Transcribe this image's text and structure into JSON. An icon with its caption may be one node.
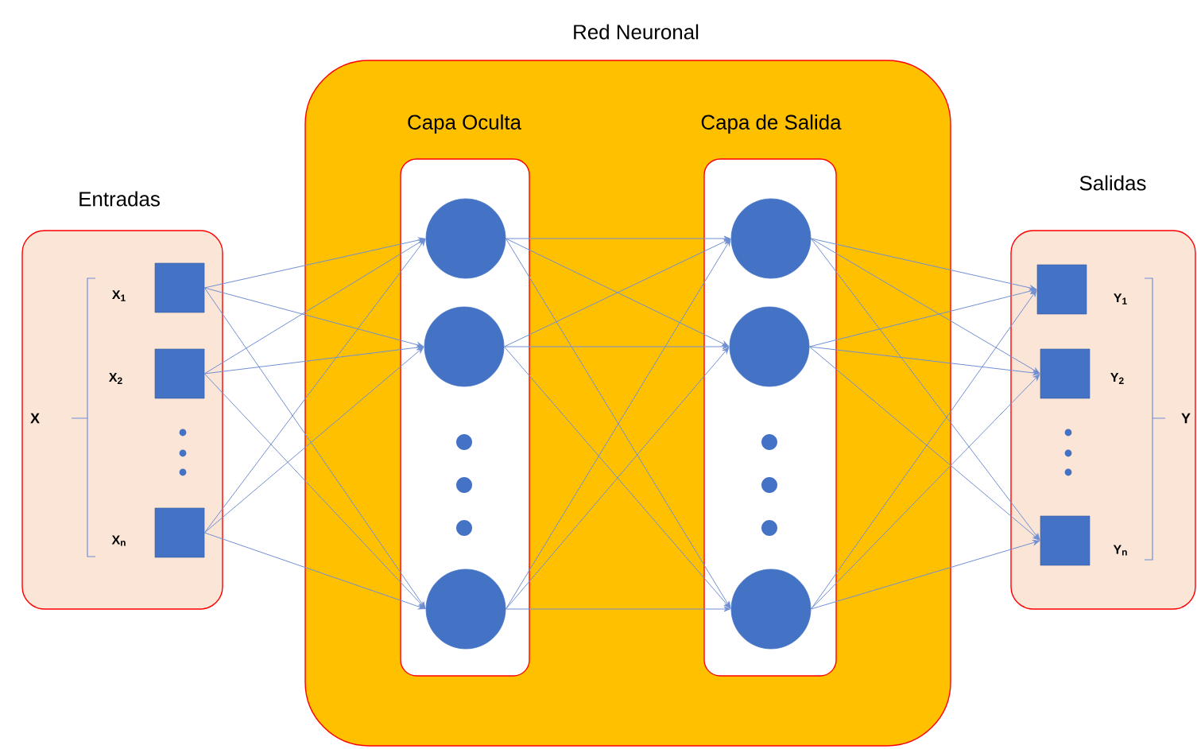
{
  "diagram": {
    "nodes": [
      {
        "text": [
          "Entradas"
        ]
      },
      {
        "text": [],
        "shape": "box",
        "in": 0,
        "beside": [
          "X$_{1}$"
        ]
      },
      {
        "text": [],
        "shape": "box",
        "in": 0,
        "beside": [
          "X$_{2}$"
        ]
      },
      {
        "text": [],
        "shape": "box",
        "in": 0,
        "beside": [
          "X$_{n}$"
        ]
      },
      {
        "text": [
          "Red Neuronal"
        ]
      },
      {
        "text": [
          "Capa Oculta"
        ],
        "in": 4
      },
      {
        "text": [],
        "shape": "circle",
        "in": 5
      },
      {
        "text": [],
        "shape": "circle",
        "in": 5
      },
      {
        "text": [],
        "shape": "circle",
        "in": 5
      },
      {
        "text": [
          "Capa de Salida"
        ],
        "in": 4
      },
      {
        "text": [],
        "shape": "circle",
        "in": 9
      },
      {
        "text": [],
        "shape": "circle",
        "in": 9
      },
      {
        "text": [],
        "shape": "circle",
        "in": 9
      },
      {
        "text": [
          "Salidas"
        ]
      },
      {
        "text": [],
        "shape": "box",
        "in": 13,
        "beside": [
          "Y$_{1}$"
        ]
      },
      {
        "text": [],
        "shape": "box",
        "in": 13,
        "beside": [
          "Y$_{2}$"
        ]
      },
      {
        "text": [],
        "shape": "box",
        "in": 13,
        "beside": [
          "Y$_{n}$"
        ]
      }
    ],
    "edges": [
      {
        "from": 1,
        "to": 6,
        "arrow": "to"
      },
      {
        "from": 1,
        "to": 7,
        "arrow": "to"
      },
      {
        "from": 1,
        "to": 8,
        "arrow": "to"
      },
      {
        "from": 2,
        "to": 6,
        "arrow": "to"
      },
      {
        "from": 2,
        "to": 7,
        "arrow": "to"
      },
      {
        "from": 2,
        "to": 8,
        "arrow": "to"
      },
      {
        "from": 3,
        "to": 6,
        "arrow": "to"
      },
      {
        "from": 3,
        "to": 7,
        "arrow": "to"
      },
      {
        "from": 3,
        "to": 8,
        "arrow": "to"
      },
      {
        "from": 6,
        "to": 10,
        "arrow": "to"
      },
      {
        "from": 6,
        "to": 11,
        "arrow": "to"
      },
      {
        "from": 6,
        "to": 12,
        "arrow": "to"
      },
      {
        "from": 7,
        "to": 10,
        "arrow": "to"
      },
      {
        "from": 7,
        "to": 11,
        "arrow": "to"
      },
      {
        "from": 7,
        "to": 12,
        "arrow": "to"
      },
      {
        "from": 8,
        "to": 10,
        "arrow": "to"
      },
      {
        "from": 8,
        "to": 11,
        "arrow": "to"
      },
      {
        "from": 8,
        "to": 12,
        "arrow": "to"
      },
      {
        "from": 10,
        "to": 14,
        "arrow": "to"
      },
      {
        "from": 10,
        "to": 15,
        "arrow": "to"
      },
      {
        "from": 10,
        "to": 16,
        "arrow": "to"
      },
      {
        "from": 11,
        "to": 14,
        "arrow": "to"
      },
      {
        "from": 11,
        "to": 15,
        "arrow": "to"
      },
      {
        "from": 11,
        "to": 16,
        "arrow": "to"
      },
      {
        "from": 12,
        "to": 14,
        "arrow": "to"
      },
      {
        "from": 12,
        "to": 15,
        "arrow": "to"
      },
      {
        "from": 12,
        "to": 16,
        "arrow": "to"
      }
    ],
    "labels": [
      "X",
      "Y"
    ]
  }
}
